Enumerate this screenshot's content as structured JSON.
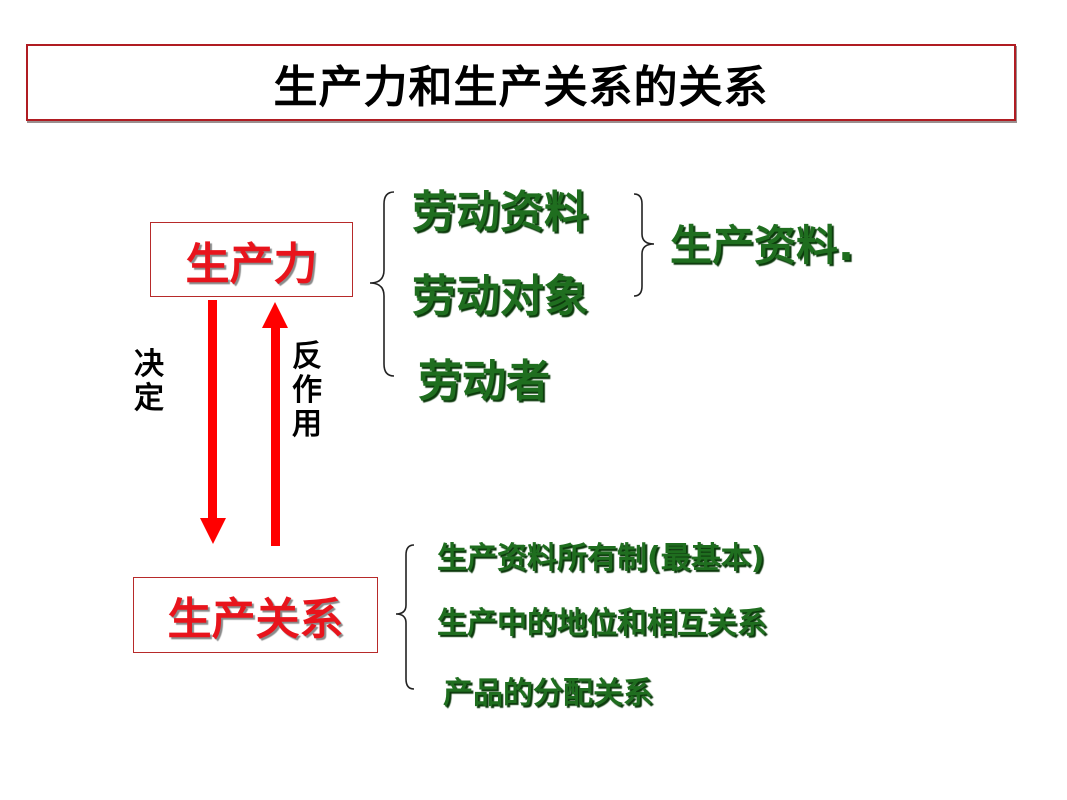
{
  "title": "生产力和生产关系的关系",
  "productive_forces": {
    "label": "生产力",
    "components": [
      "劳动资料",
      "劳动对象",
      "劳动者"
    ],
    "group_label": "生产资料."
  },
  "relations_of_production": {
    "label": "生产关系",
    "components": [
      "生产资料所有制(最基本)",
      "生产中的地位和相互关系",
      "产品的分配关系"
    ]
  },
  "arrows": {
    "down_label": "决定",
    "up_label": "反作用"
  },
  "colors": {
    "title_border": "#b01c22",
    "red_text": "#e8141c",
    "green_text": "#1f6e1f",
    "arrow": "#ff0000"
  }
}
